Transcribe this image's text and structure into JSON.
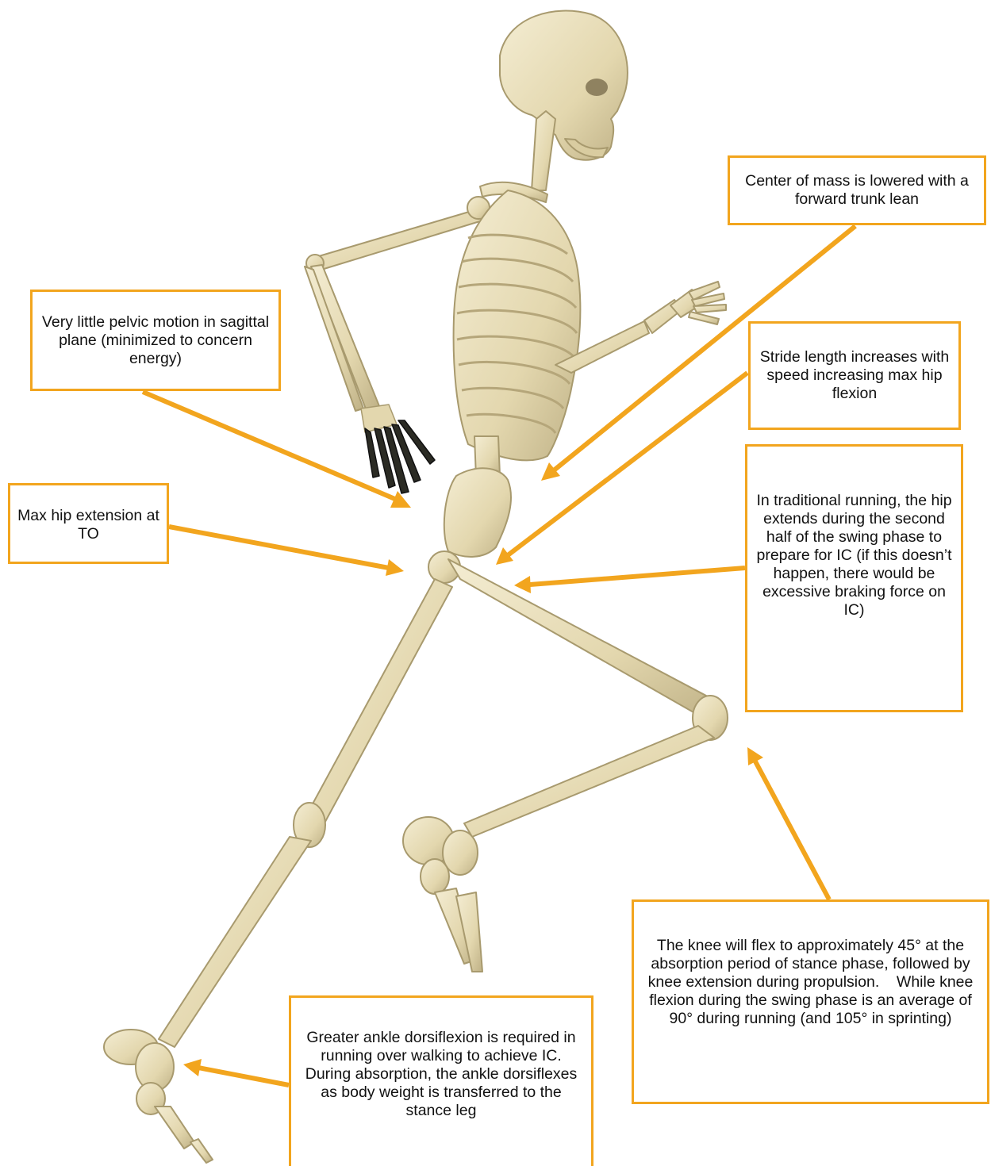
{
  "colors": {
    "accent": "#F2A51E",
    "bone": "#E8DDB9",
    "bone_shadow": "#B9AC82",
    "hand_dark": "#2B2B24"
  },
  "callouts": {
    "center_of_mass": "Center of mass is lowered with a forward trunk lean",
    "pelvic_motion": "Very little pelvic motion in sagittal plane (minimized to concern energy)",
    "stride_length": "Stride length increases with speed increasing max hip flexion",
    "max_hip_extension": "Max hip extension at TO",
    "hip_swing": "In traditional running, the hip extends during the second half of the swing phase to prepare for IC (if this doesn’t happen, there would be excessive braking force on IC)",
    "knee_flexion": "The knee will flex to approximately 45° at the absorption period of stance phase, followed by knee extension during propulsion.    While knee flexion during the swing phase is an average of 90° during running (and 105° in sprinting)",
    "ankle_dorsiflexion": "Greater ankle dorsiflexion is required in running over walking to achieve IC.  During absorption, the ankle dorsiflexes as body weight is transferred to the stance leg"
  },
  "figure": {
    "subject": "running-skeleton",
    "view": "lateral"
  }
}
